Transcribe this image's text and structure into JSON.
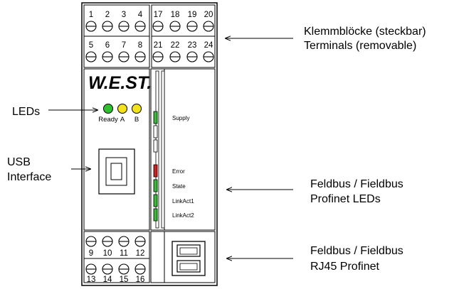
{
  "brand": "W.E.ST.",
  "terminals_top_left": [
    "1",
    "2",
    "3",
    "4",
    "5",
    "6",
    "7",
    "8"
  ],
  "terminals_top_right": [
    "17",
    "18",
    "19",
    "20",
    "21",
    "22",
    "23",
    "24"
  ],
  "terminals_bottom": [
    "9",
    "10",
    "11",
    "12",
    "13",
    "14",
    "15",
    "16"
  ],
  "front_leds": [
    {
      "label": "Ready",
      "color": "#2fbf2f"
    },
    {
      "label": "A",
      "color": "#f4e21a"
    },
    {
      "label": "B",
      "color": "#f4e21a"
    }
  ],
  "status_leds": [
    {
      "label": "Supply",
      "color": "#37b837"
    },
    {
      "label": "",
      "color": "#ffffff"
    },
    {
      "label": "",
      "color": "#ffffff"
    },
    {
      "label": "Error",
      "color": "#cc2020"
    },
    {
      "label": "State",
      "color": "#37b837"
    },
    {
      "label": "LinkAct1",
      "color": "#37b837"
    },
    {
      "label": "LinkAct2",
      "color": "#37b837"
    }
  ],
  "callouts": {
    "terminals_line1": "Klemmblöcke (steckbar)",
    "terminals_line2": "Terminals (removable)",
    "leds": "LEDs",
    "usb_line1": "USB",
    "usb_line2": "Interface",
    "fieldbus_leds_line1": "Feldbus / Fieldbus",
    "fieldbus_leds_line2": "Profinet LEDs",
    "rj45_line1": "Feldbus / Fieldbus",
    "rj45_line2": "RJ45 Profinet"
  }
}
